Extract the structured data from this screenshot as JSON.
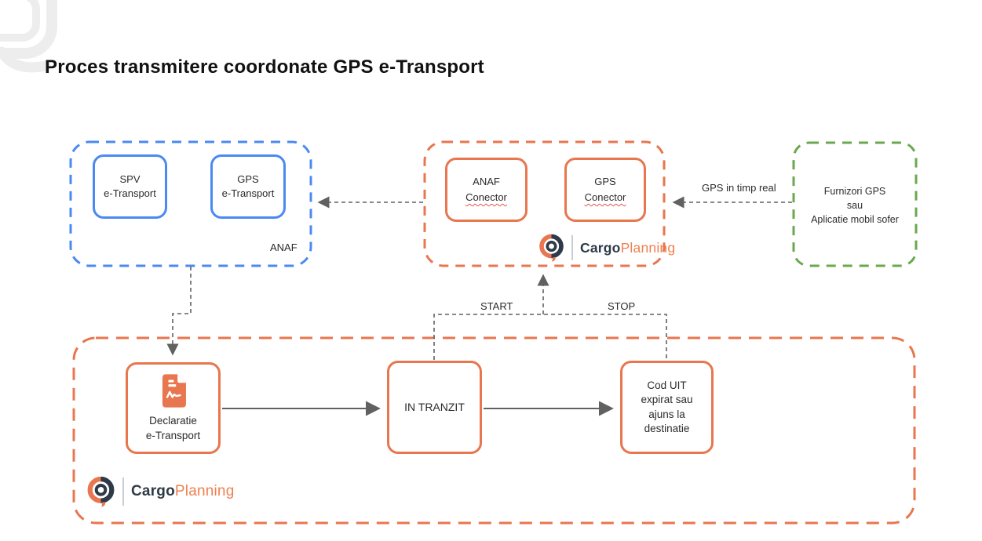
{
  "title": "Proces transmitere coordonate GPS e-Transport",
  "colors": {
    "orange": "#E8764E",
    "blue": "#4A89F3",
    "green": "#6AA84F",
    "arrow_gray": "#616161",
    "brand_dark": "#2E3A47",
    "brand_orange": "#F08050",
    "squiggle_red": "#e2544d",
    "watermark_gray": "#EDEDED"
  },
  "groups": {
    "anaf": {
      "label": "ANAF",
      "boxes": [
        {
          "label": "SPV\ne-Transport"
        },
        {
          "label": "GPS\ne-Transport"
        }
      ]
    },
    "cargoplanning_connector": {
      "boxes": [
        {
          "line1": "ANAF",
          "line2": "Conector"
        },
        {
          "line1": "GPS",
          "line2": "Conector"
        }
      ],
      "logo": {
        "icon": "cargoplanning-logo-icon",
        "cargo": "Cargo",
        "planning": "Planning"
      }
    },
    "gps_sources": {
      "label": "Furnizori GPS\nsau\nAplicatie mobil sofer"
    },
    "transport_flow": {
      "declaration": {
        "icon": "document-signature-icon",
        "label": "Declaratie\ne-Transport"
      },
      "transit": {
        "label": "IN TRANZIT"
      },
      "uit": {
        "label": "Cod UIT\nexpirat sau\najuns la\ndestinatie"
      },
      "logo": {
        "icon": "cargoplanning-logo-icon",
        "cargo": "Cargo",
        "planning": "Planning"
      }
    }
  },
  "connectors": {
    "gps_realtime_label": "GPS in timp real",
    "start_label": "START",
    "stop_label": "STOP"
  }
}
